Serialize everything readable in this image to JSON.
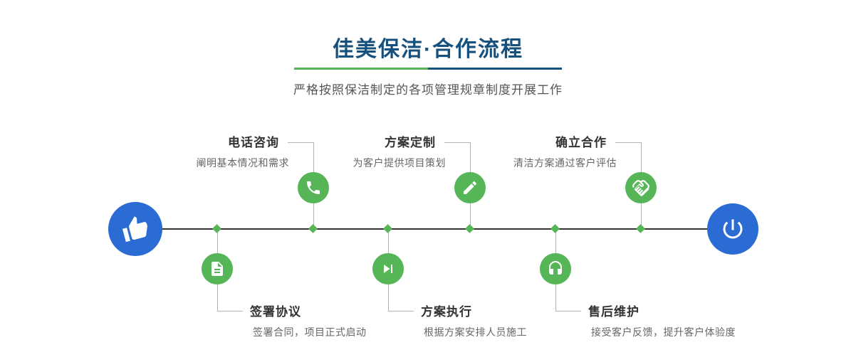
{
  "header": {
    "title": "佳美保洁·合作流程",
    "subtitle": "严格按照保洁制定的各项管理规章制度开展工作"
  },
  "steps_top": [
    {
      "title": "电话咨询",
      "desc": "阐明基本情况和需求",
      "icon": "phone-icon"
    },
    {
      "title": "方案定制",
      "desc": "为客户提供项目策划",
      "icon": "pen-icon"
    },
    {
      "title": "确立合作",
      "desc": "清洁方案通过客户评估",
      "icon": "handshake-icon"
    }
  ],
  "steps_bottom": [
    {
      "title": "签署协议",
      "desc": "签署合同，项目正式启动",
      "icon": "contract-icon"
    },
    {
      "title": "方案执行",
      "desc": "根据方案安排人员施工",
      "icon": "play-icon"
    },
    {
      "title": "售后维护",
      "desc": "接受客户反馈，提升客户体验度",
      "icon": "headset-icon"
    }
  ],
  "endpoints": {
    "start_icon": "pointer-hand-icon",
    "end_icon": "power-icon"
  },
  "colors": {
    "green": "#55b557",
    "blue": "#2b6bd4",
    "title_navy": "#15517c",
    "timeline": "#333333"
  }
}
